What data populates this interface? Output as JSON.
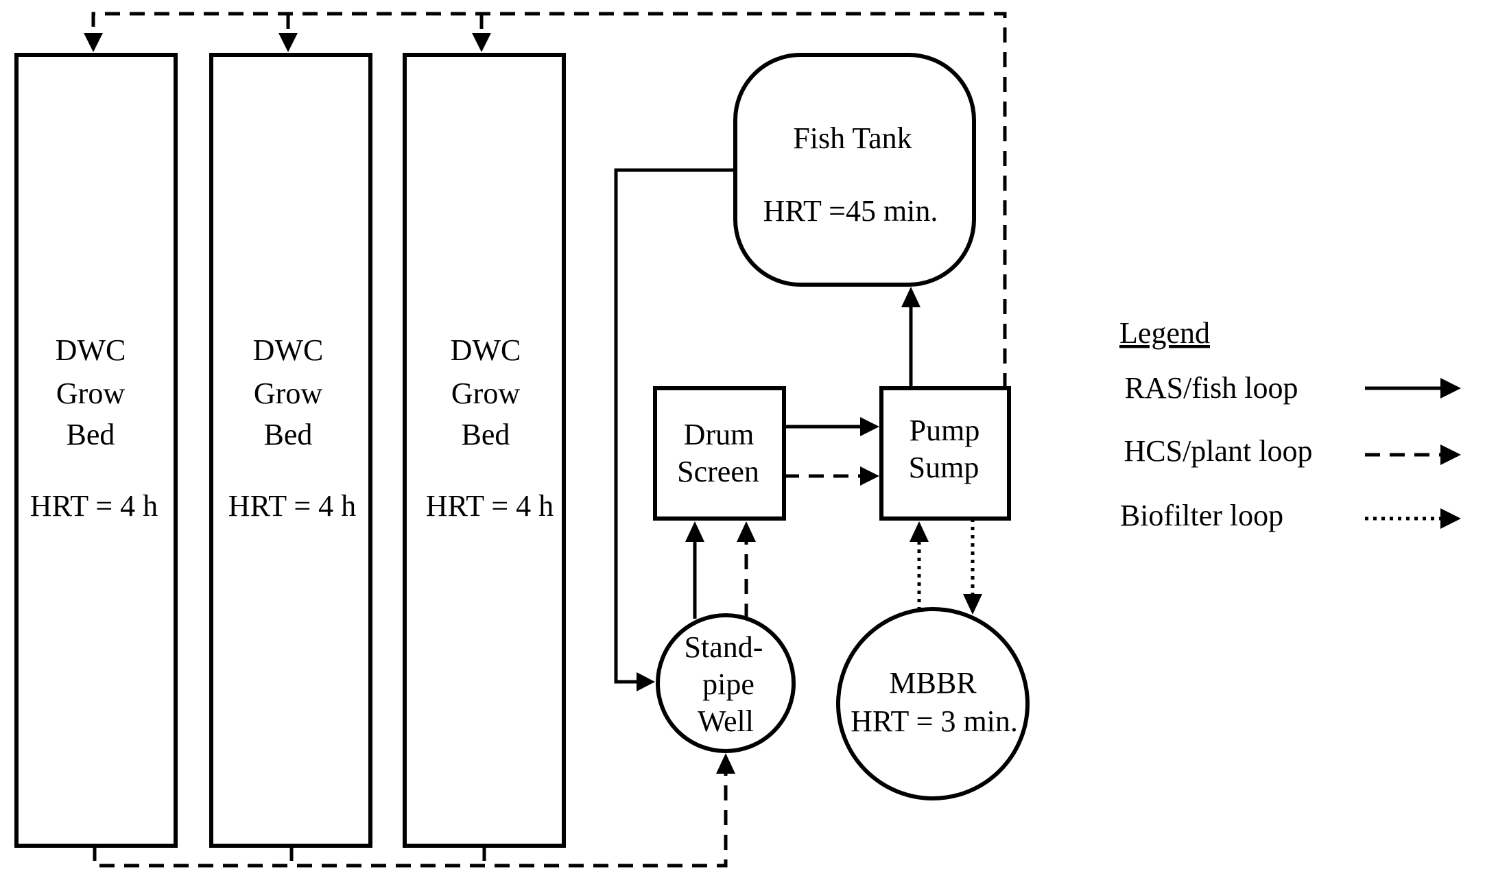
{
  "grow_beds": [
    {
      "line1": "DWC",
      "line2": "Grow",
      "line3": "Bed",
      "hrt": "HRT = 4 h"
    },
    {
      "line1": "DWC",
      "line2": "Grow",
      "line3": "Bed",
      "hrt": "HRT = 4 h"
    },
    {
      "line1": "DWC",
      "line2": "Grow",
      "line3": "Bed",
      "hrt": "HRT = 4 h"
    }
  ],
  "fish_tank": {
    "title": "Fish Tank",
    "hrt": "HRT =45 min."
  },
  "drum_screen": {
    "line1": "Drum",
    "line2": "Screen"
  },
  "pump_sump": {
    "line1": "Pump",
    "line2": "Sump"
  },
  "standpipe_well": {
    "line1": "Stand-",
    "line2": "pipe",
    "line3": "Well"
  },
  "mbbr": {
    "title": "MBBR",
    "hrt": "HRT = 3 min."
  },
  "legend": {
    "title": "Legend",
    "items": [
      {
        "label": "RAS/fish loop",
        "style": "solid"
      },
      {
        "label": "HCS/plant loop",
        "style": "dashed"
      },
      {
        "label": "Biofilter loop",
        "style": "dotted"
      }
    ]
  }
}
